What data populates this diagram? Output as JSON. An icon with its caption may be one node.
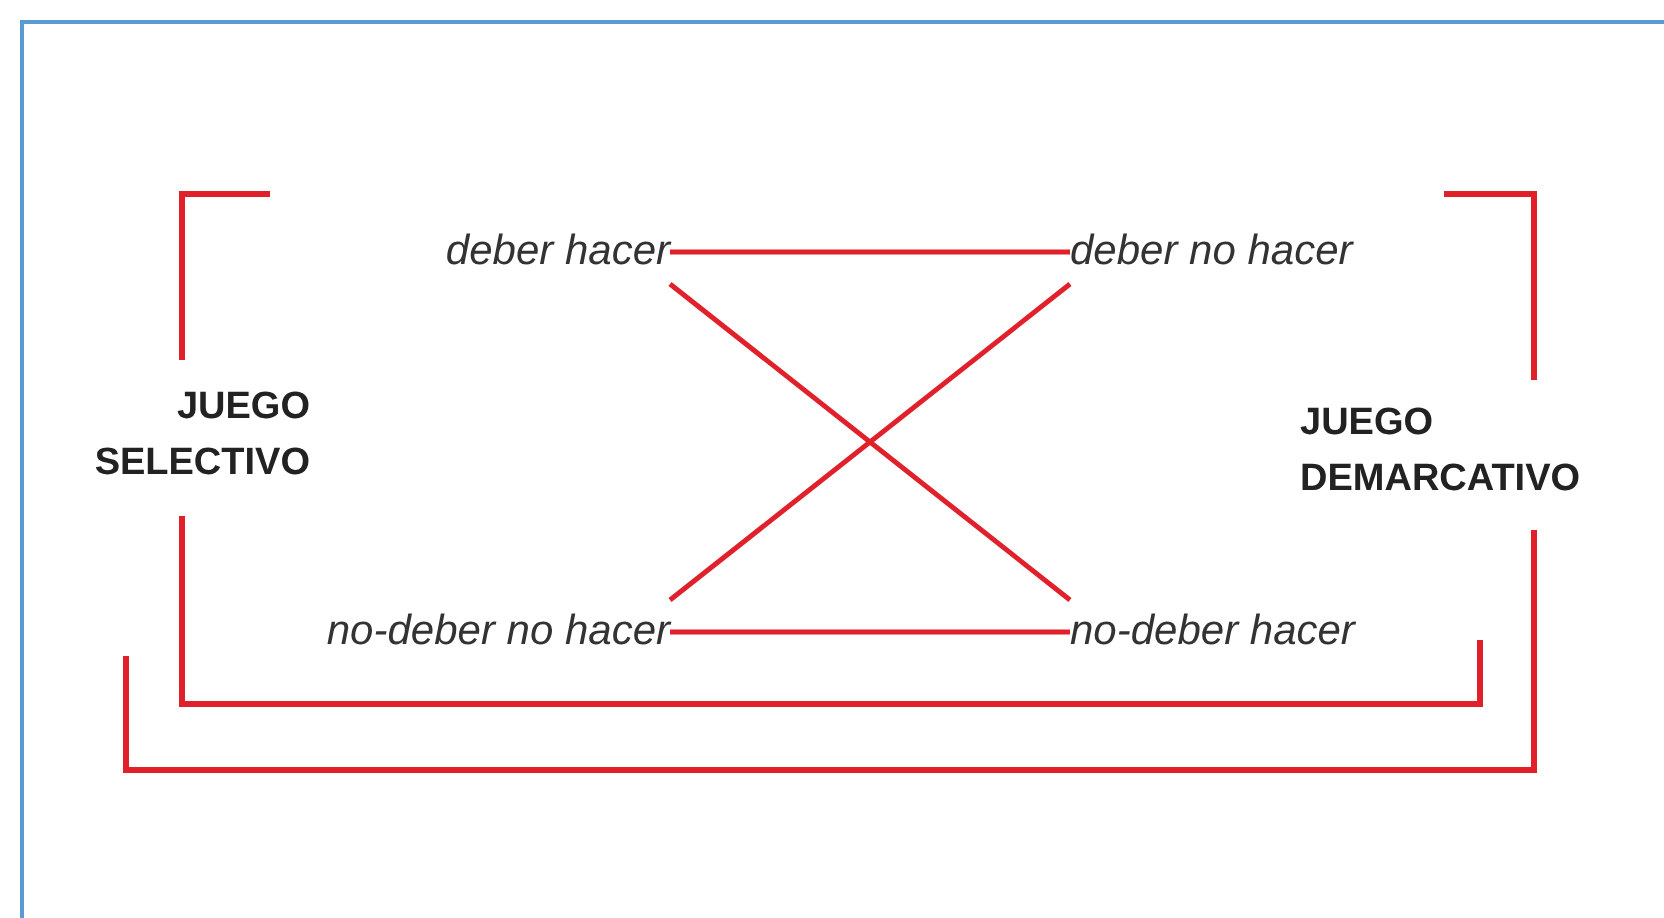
{
  "diagram": {
    "nodes": [
      {
        "text": [
          "deber hacer"
        ]
      },
      {
        "text": [
          "deber no hacer"
        ]
      },
      {
        "text": [
          "no-deber no hacer"
        ]
      },
      {
        "text": [
          "no-deber hacer"
        ]
      }
    ],
    "edges": [
      {
        "from": 0,
        "to": 1,
        "arrow": "none"
      },
      {
        "from": 2,
        "to": 3,
        "arrow": "none"
      },
      {
        "from": 0,
        "to": 3,
        "arrow": "none"
      },
      {
        "from": 1,
        "to": 2,
        "arrow": "none"
      }
    ],
    "labels": [
      "JUEGO SELECTIVO",
      "JUEGO DEMARCATIVO"
    ]
  }
}
